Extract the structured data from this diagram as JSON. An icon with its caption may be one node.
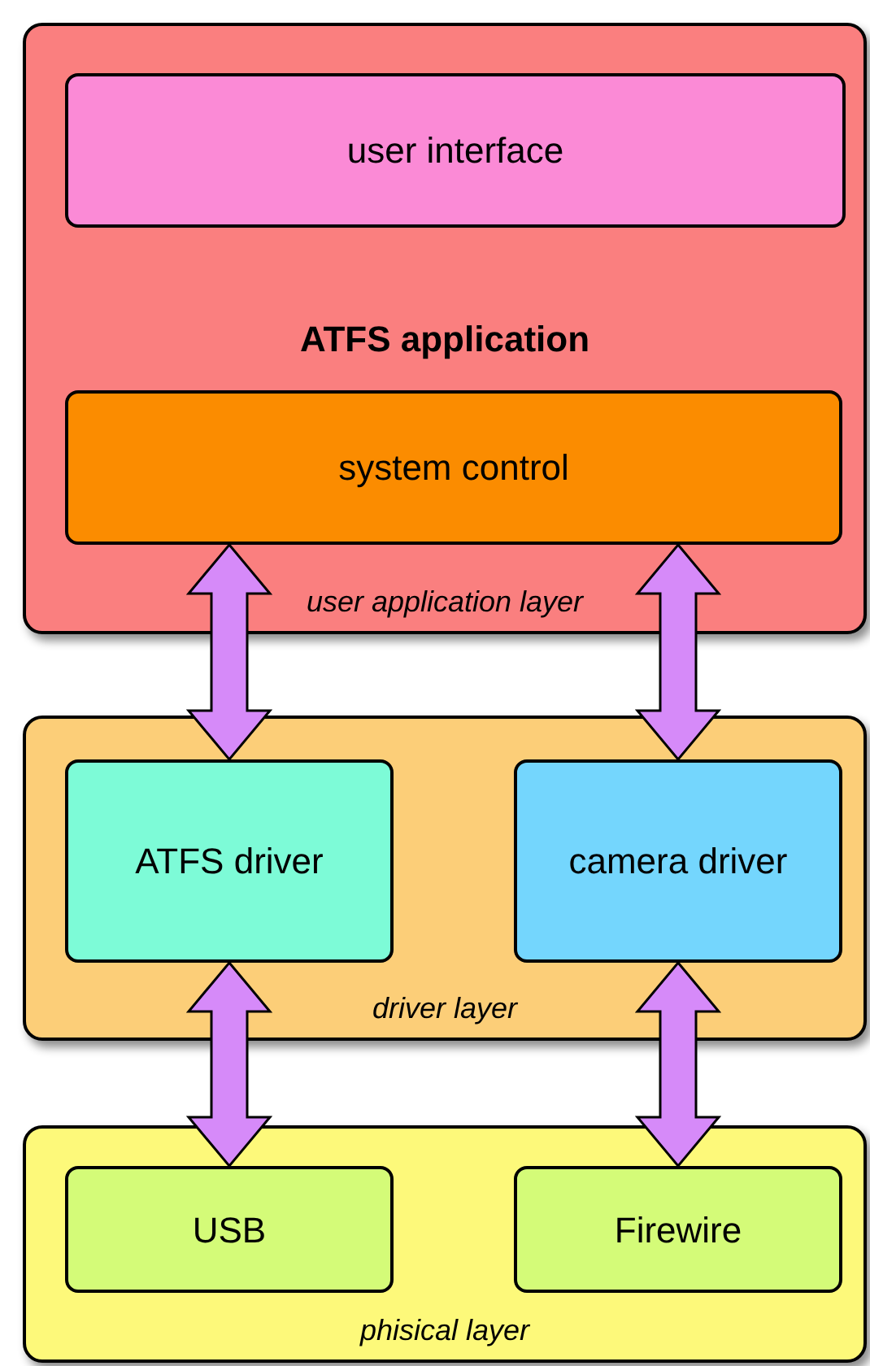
{
  "diagram": {
    "nodes": [
      {
        "text": [
          "ATFS application",
          "user application layer"
        ]
      },
      {
        "text": [
          "user interface"
        ],
        "in": 0
      },
      {
        "text": [
          "system control"
        ],
        "in": 0
      },
      {
        "text": [
          "driver layer"
        ]
      },
      {
        "text": [
          "ATFS driver"
        ],
        "in": 3
      },
      {
        "text": [
          "camera driver"
        ],
        "in": 3
      },
      {
        "text": [
          "phisical layer"
        ]
      },
      {
        "text": [
          "USB"
        ],
        "in": 6
      },
      {
        "text": [
          "Firewire"
        ],
        "in": 6
      }
    ],
    "edges": [
      {
        "from": 2,
        "to": 4,
        "arrow": "both"
      },
      {
        "from": 2,
        "to": 5,
        "arrow": "both"
      },
      {
        "from": 4,
        "to": 7,
        "arrow": "both"
      },
      {
        "from": 5,
        "to": 8,
        "arrow": "both"
      }
    ]
  }
}
